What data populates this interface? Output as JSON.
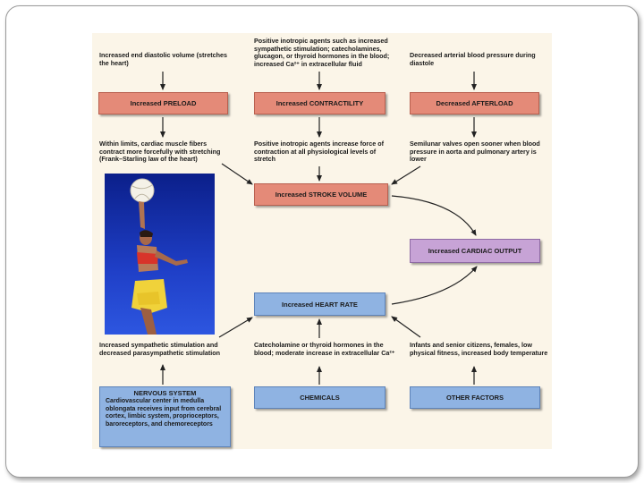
{
  "top": {
    "preload_cause": "Increased end diastolic volume (stretches the heart)",
    "contractility_cause": "Positive inotropic agents such as increased sympathetic stimulation; catecholamines, glucagon, or thyroid hormones in the blood; increased Ca²⁺ in extracellular fluid",
    "afterload_cause": "Decreased arterial blood pressure during diastole"
  },
  "boxes": {
    "preload": "Increased PRELOAD",
    "contractility": "Increased CONTRACTILITY",
    "afterload": "Decreased AFTERLOAD",
    "stroke_volume": "Increased STROKE VOLUME",
    "cardiac_output": "Increased CARDIAC OUTPUT",
    "heart_rate": "Increased HEART RATE",
    "chemicals": "CHEMICALS",
    "other_factors": "OTHER FACTORS"
  },
  "effects": {
    "preload": "Within limits, cardiac muscle fibers contract more forcefully with stretching (Frank–Starling law of the heart)",
    "contractility": "Positive inotropic agents increase force of contraction at all physiological levels of stretch",
    "afterload": "Semilunar valves open sooner when blood pressure in aorta and pulmonary artery is lower"
  },
  "bottom": {
    "nervous_effect": "Increased sympathetic stimulation and decreased parasympathetic stimulation",
    "chemicals_effect": "Catecholamine or thyroid hormones in the blood; moderate increase in extracellular Ca²⁺",
    "other_effect": "Infants and senior citizens, females, low physical fitness, increased body temperature"
  },
  "nervous_system": {
    "title": "NERVOUS SYSTEM",
    "body": "Cardiovascular center in medulla oblongata receives input from cerebral cortex, limbic system, proprioceptors, baroreceptors, and chemoreceptors"
  },
  "colors": {
    "salmon": "#e48a78",
    "purple": "#c7a3d6",
    "blue": "#8fb3e2",
    "figure_background": "#fbf5e8"
  }
}
